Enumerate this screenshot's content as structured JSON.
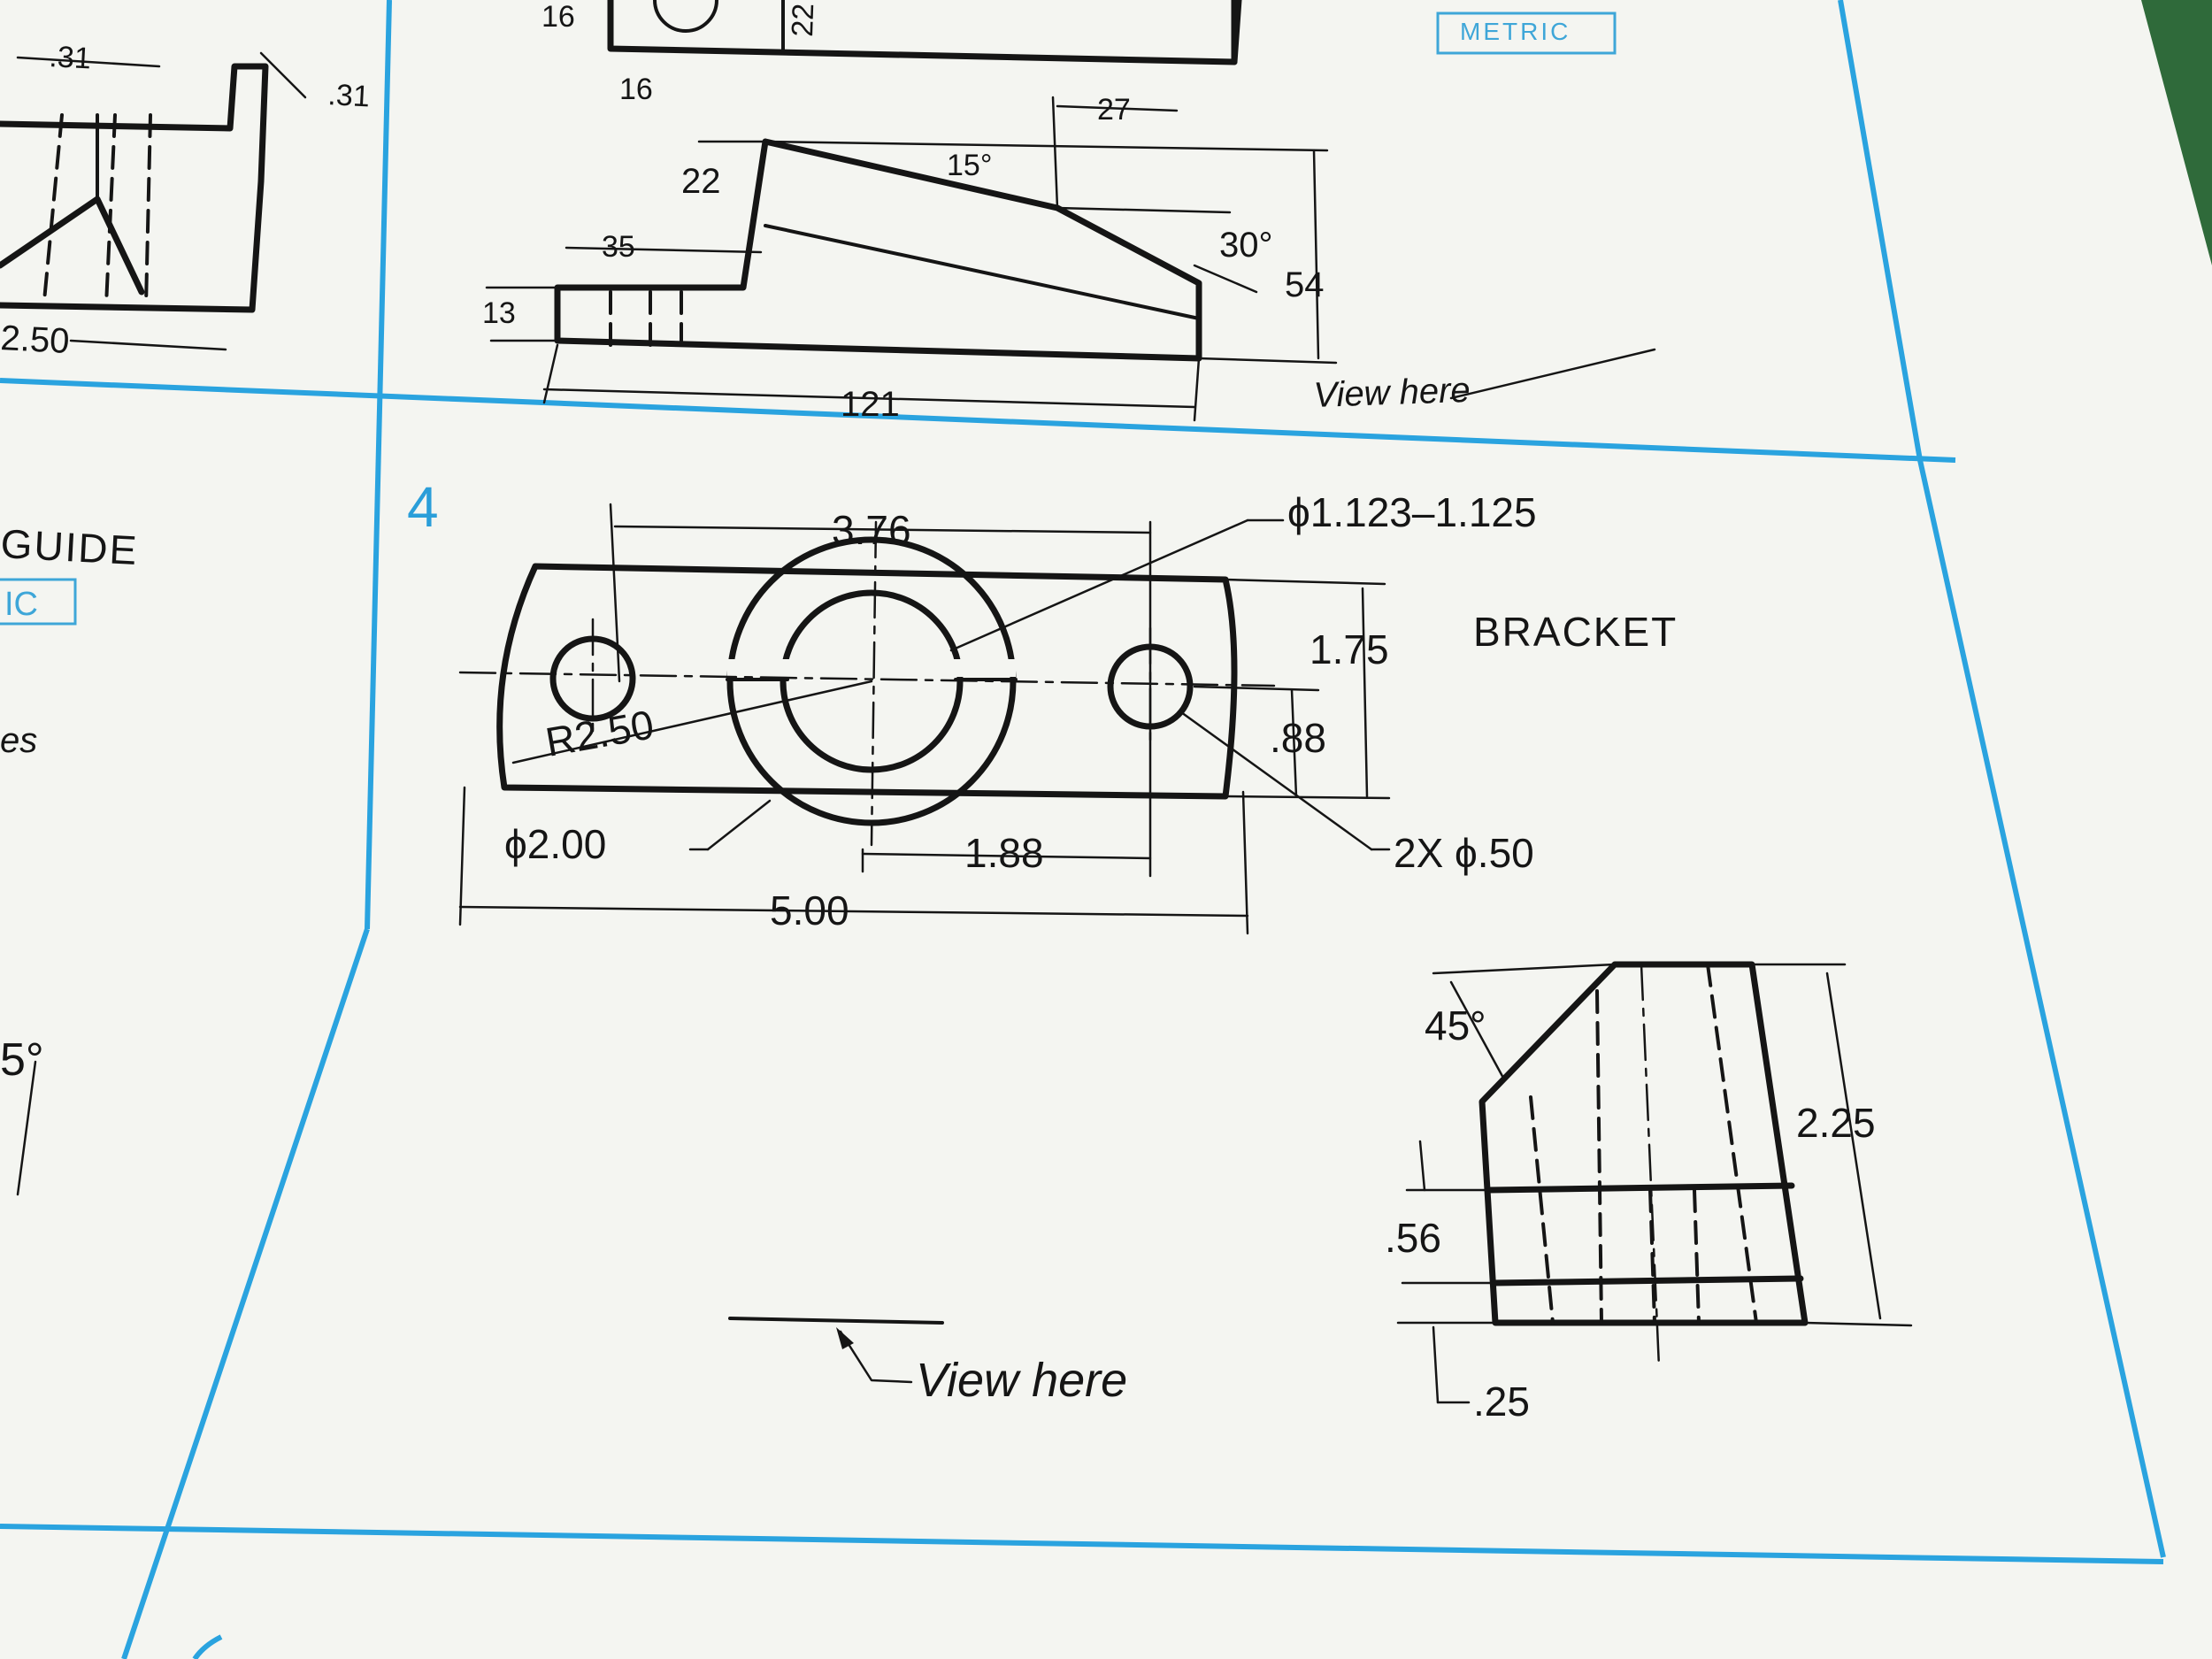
{
  "top_left_partial": {
    "dims": [
      ".31",
      ".31",
      "2.50"
    ]
  },
  "top_badge": "METRIC",
  "problem3": {
    "dims": [
      "16",
      "22",
      "16",
      "27",
      "22",
      "15°",
      "35",
      "30°",
      "13",
      "54",
      "121"
    ],
    "view_here": "View here"
  },
  "left_partial": {
    "guide": "GUIDE",
    "badge": "IC",
    "es": "es",
    "angle": "5°"
  },
  "problem4": {
    "number": "4",
    "title": "BRACKET",
    "dims": {
      "width_top": "3.76",
      "hole_dia": "ϕ1.123–1.125",
      "height": "1.75",
      "radius": "R2.50",
      "half_height": ".88",
      "boss_dia": "ϕ2.00",
      "offset": "1.88",
      "small_holes": "2X ϕ.50",
      "overall": "5.00",
      "angle": "45°",
      "side_height": "2.25",
      "step": ".56",
      "base": ".25"
    },
    "view_here": "View here"
  }
}
